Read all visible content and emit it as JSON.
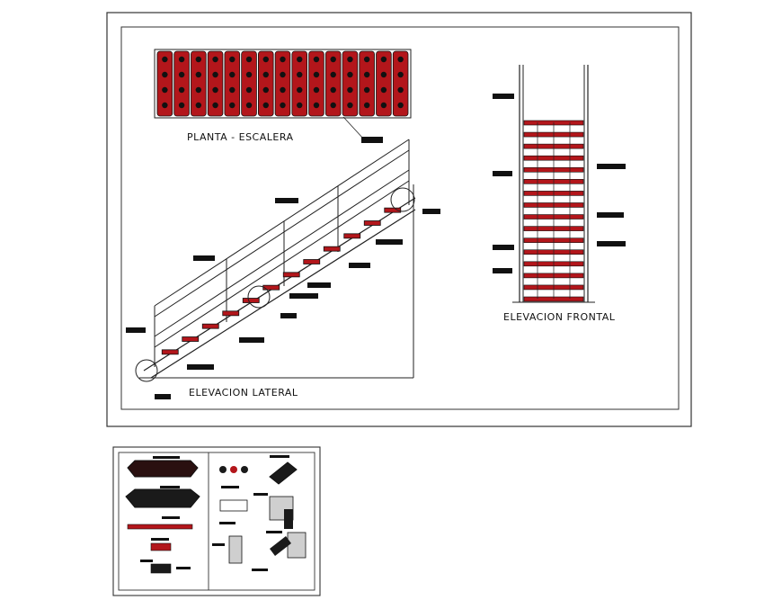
{
  "labels": {
    "plan": "PLANTA - ESCALERA",
    "lateral": "ELEVACION LATERAL",
    "frontal": "ELEVACION FRONTAL"
  },
  "colors": {
    "line": "#222222",
    "accent": "#b3161b",
    "dark": "#111111",
    "paper": "#ffffff"
  },
  "plan_modules": 15,
  "lateral_steps": 12,
  "frontal_rungs": 16
}
